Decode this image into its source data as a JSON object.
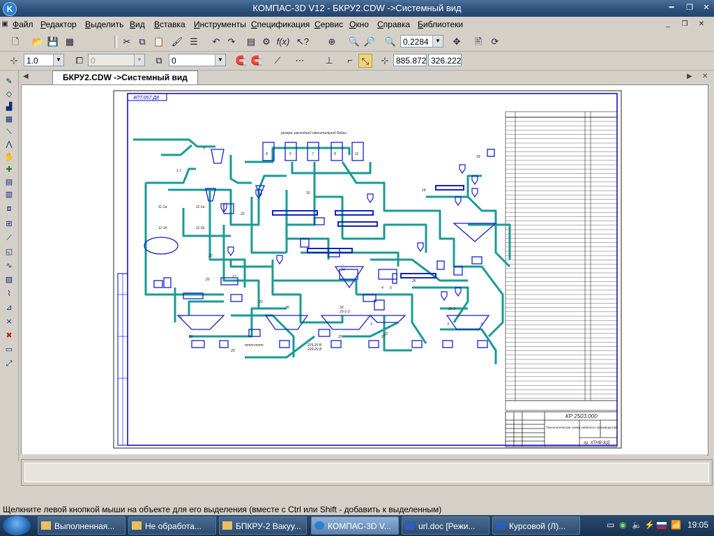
{
  "window": {
    "title": "КОМПАС-3D V12 - БКРУ2.CDW ->Системный вид",
    "app_icon": "kompas-icon"
  },
  "menu": [
    {
      "label": "Файл",
      "key": "Ф",
      "rest": "айл"
    },
    {
      "label": "Редактор",
      "key": "Р",
      "rest": "едактор"
    },
    {
      "label": "Выделить",
      "key": "В",
      "rest": "ыделить"
    },
    {
      "label": "Вид",
      "key": "В",
      "rest": "ид"
    },
    {
      "label": "Вставка",
      "key": "В",
      "rest": "ставка"
    },
    {
      "label": "Инструменты",
      "key": "И",
      "rest": "нструменты"
    },
    {
      "label": "Спецификация",
      "key": "С",
      "rest": "пецификация"
    },
    {
      "label": "Сервис",
      "key": "С",
      "rest": "ервис"
    },
    {
      "label": "Окно",
      "key": "О",
      "rest": "кно"
    },
    {
      "label": "Справка",
      "key": "С",
      "rest": "правка"
    },
    {
      "label": "Библиотеки",
      "key": "Б",
      "rest": "иблиотеки"
    }
  ],
  "toolbar1": {
    "zoom_value": "0.2284"
  },
  "toolbar2": {
    "step_value": "1.0",
    "layer_value": "0",
    "style_value": "0",
    "coord_x": "885.872",
    "coord_y": "326.222"
  },
  "document_tab": {
    "label": "БКРУ2.CDW ->Системный вид"
  },
  "drawing": {
    "stamp_title": "4ПТ.057.Д8",
    "top_label": "резерв. расходной смесительной бадьи",
    "designation": "КР 2503.000",
    "sheet_title": "Технологическая схема  кабинного  производства",
    "org": "гр. ХТНВ-З/Д"
  },
  "status": {
    "text": "Щелкните левой кнопкой мыши на объекте для его выделения (вместе с Ctrl или Shift - добавить к выделенным)"
  },
  "taskbar": {
    "items": [
      {
        "label": "Выполненная...",
        "icon": "folder-icon"
      },
      {
        "label": "Не обработа...",
        "icon": "folder-icon"
      },
      {
        "label": "БПКРУ-2 Вакуу...",
        "icon": "folder-icon"
      },
      {
        "label": "КОМПАС-3D V...",
        "icon": "kompas-icon"
      },
      {
        "label": "url.doc [Режи...",
        "icon": "word-icon"
      },
      {
        "label": "Курсовой (Л)...",
        "icon": "word-icon"
      }
    ],
    "clock": "19:05",
    "language": "RU"
  },
  "colors": {
    "pipe": "#1a9a96",
    "equipment": "#1520c8",
    "frame": "#0000cc"
  }
}
